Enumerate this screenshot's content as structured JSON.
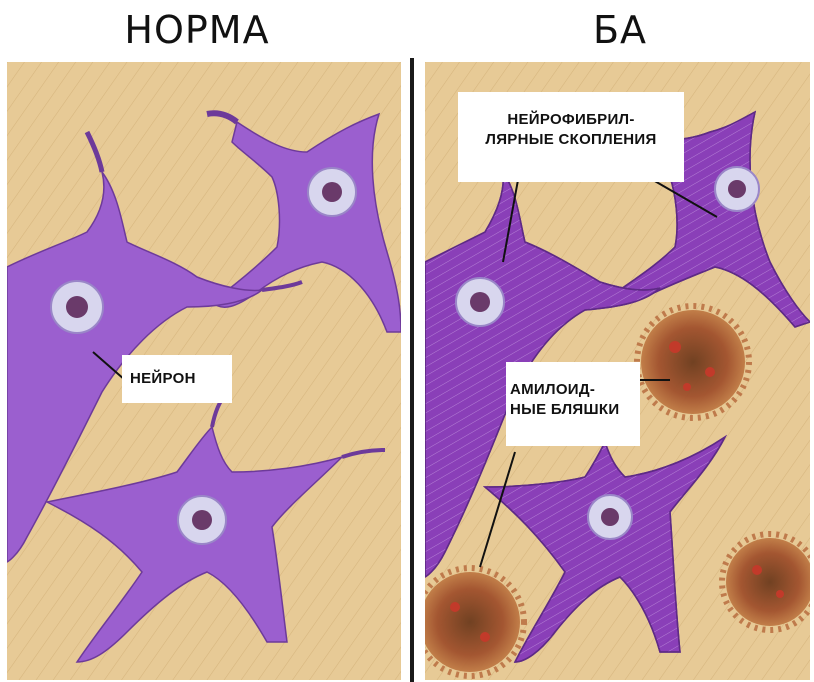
{
  "titles": {
    "left": "НОРМА",
    "right": "БА"
  },
  "labels": {
    "neuron": "НЕЙРОН",
    "tangles_line1": "НЕЙРОФИБРИЛ-",
    "tangles_line2": "ЛЯРНЫЕ СКОПЛЕНИЯ",
    "plaques_line1": "АМИЛОИД-",
    "plaques_line2": "НЫЕ БЛЯШКИ"
  },
  "colors": {
    "tissue": "#e6c894",
    "neuron_healthy": "#9b5fcf",
    "neuron_affected": "#8a3fb8",
    "plaque": "#9b4a2a",
    "nucleus": "#6a3a6a"
  }
}
